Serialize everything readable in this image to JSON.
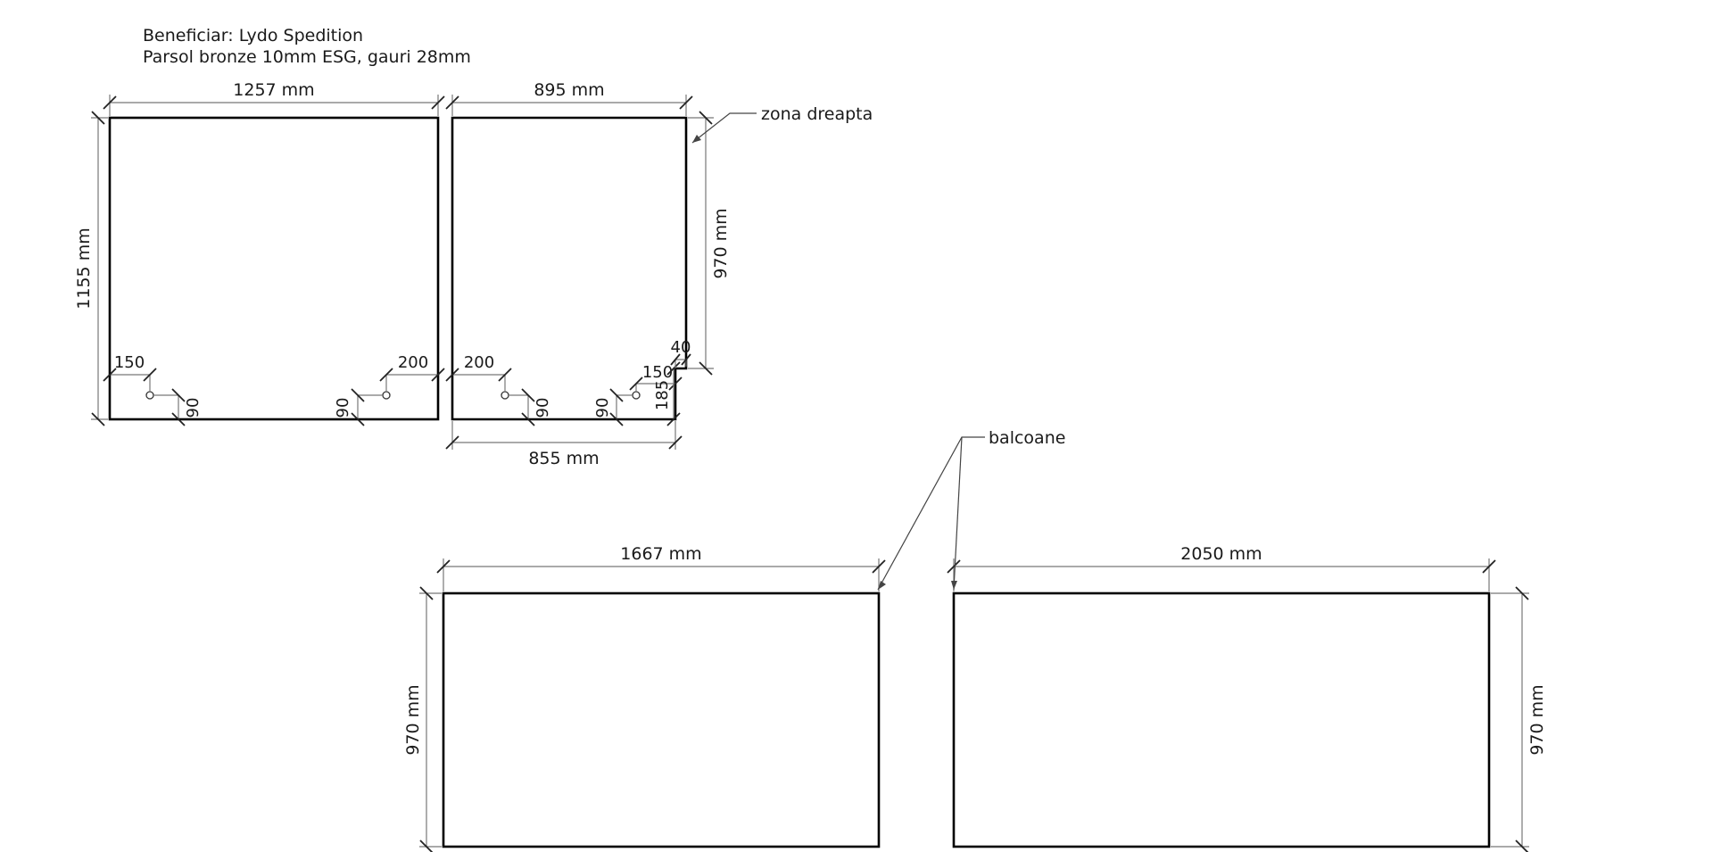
{
  "header": {
    "beneficiary": "Beneficiar: Lydo Spedition",
    "material": "Parsol bronze 10mm ESG, gauri 28mm"
  },
  "panels": {
    "left": {
      "width_label": "1257 mm",
      "height_label": "1155 mm",
      "hole_left_offset": "150",
      "hole_left_height": "90",
      "hole_right_offset": "200",
      "hole_right_height": "90"
    },
    "right": {
      "width_label": "895 mm",
      "height_label": "970 mm",
      "bottom_width_label": "855 mm",
      "hole_left_offset": "200",
      "hole_left_height": "90",
      "hole_right_height": "90",
      "hole_right_offset": "150",
      "notch_height": "185",
      "notch_width": "40"
    },
    "balcony_left": {
      "width_label": "1667 mm",
      "height_label": "970 mm"
    },
    "balcony_right": {
      "width_label": "2050 mm",
      "height_label": "970 mm"
    }
  },
  "callouts": {
    "right_zone": "zona dreapta",
    "balconies": "balcoane"
  }
}
